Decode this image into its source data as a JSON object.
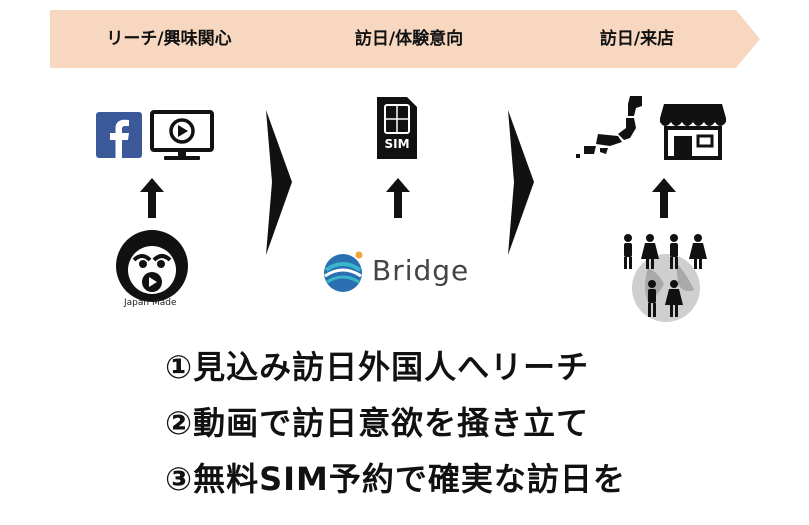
{
  "steps": [
    {
      "label": "リーチ/興味関心"
    },
    {
      "label": "訪日/体験意向"
    },
    {
      "label": "訪日/来店"
    }
  ],
  "colors": {
    "chevron": "#f7d7bf",
    "icon": "#111111",
    "facebook": "#3b5998",
    "bridge_blue": "#2b6fb3",
    "bridge_teal": "#3bb6c9",
    "bridge_orange": "#f2a33a"
  },
  "column1": {
    "icons": [
      "facebook-icon",
      "video-monitor-icon"
    ],
    "logo_caption": "Japan Made"
  },
  "column2": {
    "icons": [
      "sim-card-icon"
    ],
    "sim_text": "SIM",
    "brand": "Bridge"
  },
  "column3": {
    "icons": [
      "japan-map-icon",
      "store-icon",
      "tourists-icon"
    ]
  },
  "benefits": [
    "①見込み訪日外国人へリーチ",
    "②動画で訪日意欲を掻き立て",
    "③無料SIM予約で確実な訪日を"
  ]
}
